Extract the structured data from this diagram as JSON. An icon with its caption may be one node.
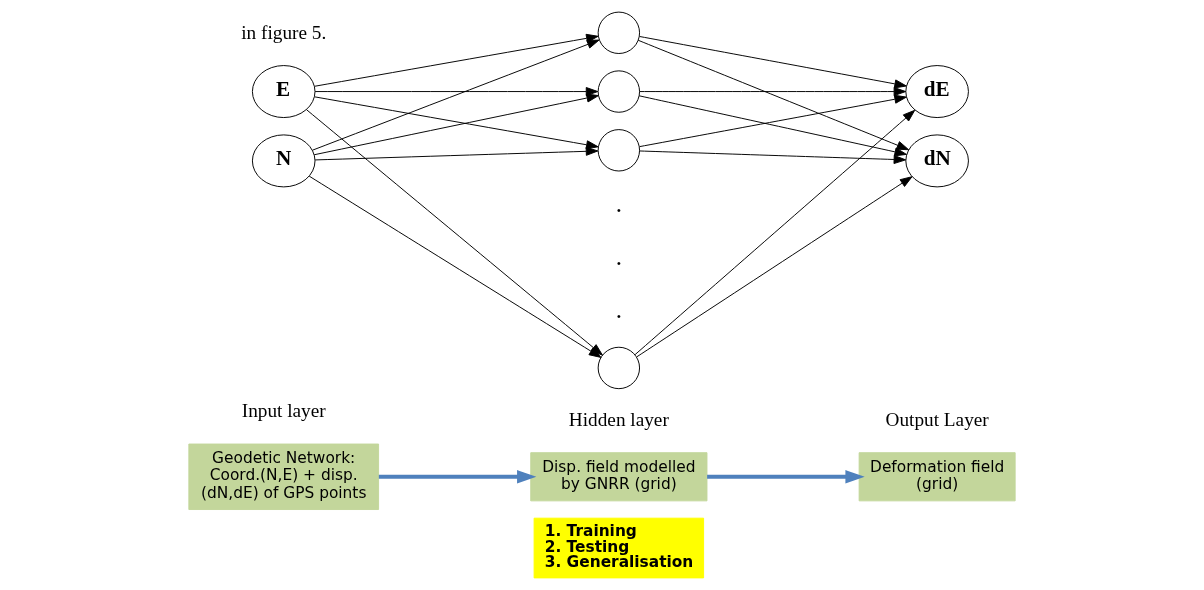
{
  "diagram": {
    "nodes": [
      {
        "text": [
          "E"
        ]
      },
      {
        "text": [
          "N"
        ]
      },
      {
        "text": [],
        "shape": "circle"
      },
      {
        "text": [],
        "shape": "circle"
      },
      {
        "text": [],
        "shape": "circle"
      },
      {
        "text": [],
        "shape": "circle"
      },
      {
        "text": [
          "dE"
        ]
      },
      {
        "text": [
          "dN"
        ]
      },
      {
        "text": [
          "Geodetic Network: Coord.(N,E) + disp. (dN,dE) of GPS points"
        ]
      },
      {
        "text": [
          "Disp. field modelled by GNRR (grid)"
        ]
      },
      {
        "text": [
          "1. Training",
          "2. Testing",
          "3. Generalisation"
        ]
      },
      {
        "text": [
          "Deformation field (grid)"
        ]
      }
    ],
    "edges": [
      {
        "from": 0,
        "to": 2,
        "arrow": "to"
      },
      {
        "from": 0,
        "to": 3,
        "arrow": "to"
      },
      {
        "from": 0,
        "to": 4,
        "arrow": "to"
      },
      {
        "from": 0,
        "to": 5,
        "arrow": "to"
      },
      {
        "from": 1,
        "to": 2,
        "arrow": "to"
      },
      {
        "from": 1,
        "to": 3,
        "arrow": "to"
      },
      {
        "from": 1,
        "to": 4,
        "arrow": "to"
      },
      {
        "from": 1,
        "to": 5,
        "arrow": "to"
      },
      {
        "from": 2,
        "to": 6,
        "arrow": "to"
      },
      {
        "from": 2,
        "to": 7,
        "arrow": "to"
      },
      {
        "from": 3,
        "to": 6,
        "arrow": "to"
      },
      {
        "from": 3,
        "to": 7,
        "arrow": "to"
      },
      {
        "from": 4,
        "to": 6,
        "arrow": "to"
      },
      {
        "from": 4,
        "to": 7,
        "arrow": "to"
      },
      {
        "from": 5,
        "to": 6,
        "arrow": "to"
      },
      {
        "from": 5,
        "to": 7,
        "arrow": "to"
      },
      {
        "from": 8,
        "to": 9,
        "arrow": "to",
        "style": "thick",
        "color": "#4f81bd"
      },
      {
        "from": 9,
        "to": 11,
        "arrow": "to",
        "style": "thick",
        "color": "#4f81bd"
      }
    ],
    "labels": [
      "in figure 5.",
      ".",
      ".",
      ".",
      "Input layer",
      "Hidden layer",
      "Output Layer"
    ]
  }
}
